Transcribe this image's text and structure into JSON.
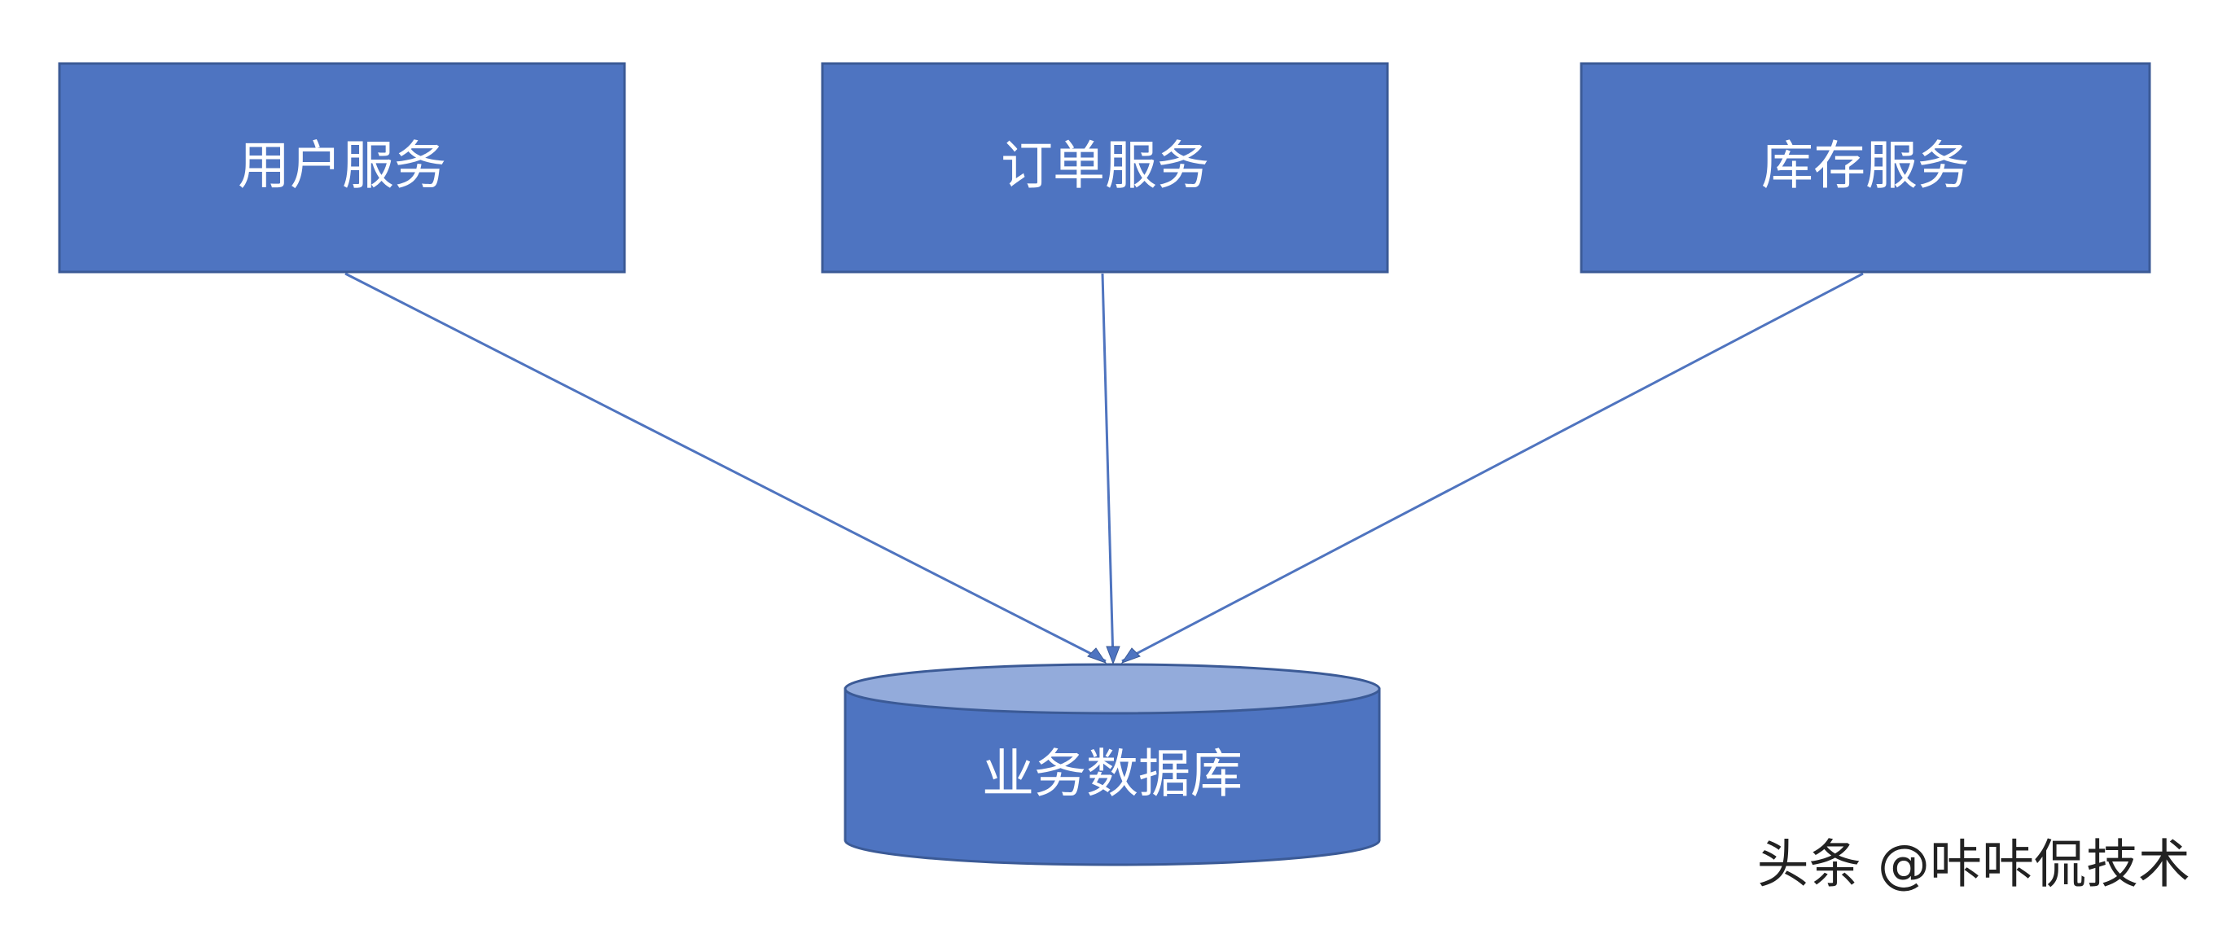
{
  "diagram": {
    "nodes": [
      {
        "id": "user-service",
        "label": "用户服务",
        "shape": "rectangle",
        "color": "#4E74C1"
      },
      {
        "id": "order-service",
        "label": "订单服务",
        "shape": "rectangle",
        "color": "#4E74C1"
      },
      {
        "id": "inventory-service",
        "label": "库存服务",
        "shape": "rectangle",
        "color": "#4E74C1"
      },
      {
        "id": "business-db",
        "label": "业务数据库",
        "shape": "cylinder",
        "color": "#4E74C1",
        "top_color": "#93ABDB"
      }
    ],
    "edges": [
      {
        "from": "user-service",
        "to": "business-db",
        "arrow": true
      },
      {
        "from": "order-service",
        "to": "business-db",
        "arrow": true
      },
      {
        "from": "inventory-service",
        "to": "business-db",
        "arrow": true
      }
    ],
    "edge_color": "#4F74BF"
  },
  "watermark": {
    "text": "头条 @咔咔侃技术"
  }
}
